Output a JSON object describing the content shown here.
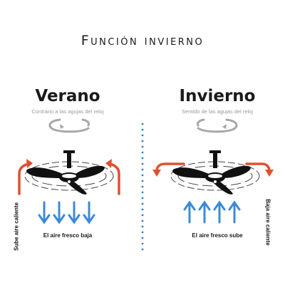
{
  "title": "Función invierno",
  "summer": {
    "label": "Verano",
    "rotation": "Contrario a las agujas del reloj",
    "airflow": "El aire fresco baja",
    "side_note": "Sube aire caliente"
  },
  "winter": {
    "label": "Invierno",
    "rotation": "Sentido de las agujas del reloj",
    "airflow": "El aire fresco sube",
    "side_note": "Baja aire caliente"
  },
  "colors": {
    "cool_arrow": "#3c8ad6",
    "warm_arrow": "#e0502e",
    "rotation_arrow": "#a8a8a8",
    "divider": "#2f7fd0",
    "fan": "#111111"
  },
  "icons": [
    "rotation-arrow-icon",
    "ceiling-fan-icon",
    "warm-air-arrow-icon",
    "cool-air-arrow-icon"
  ]
}
